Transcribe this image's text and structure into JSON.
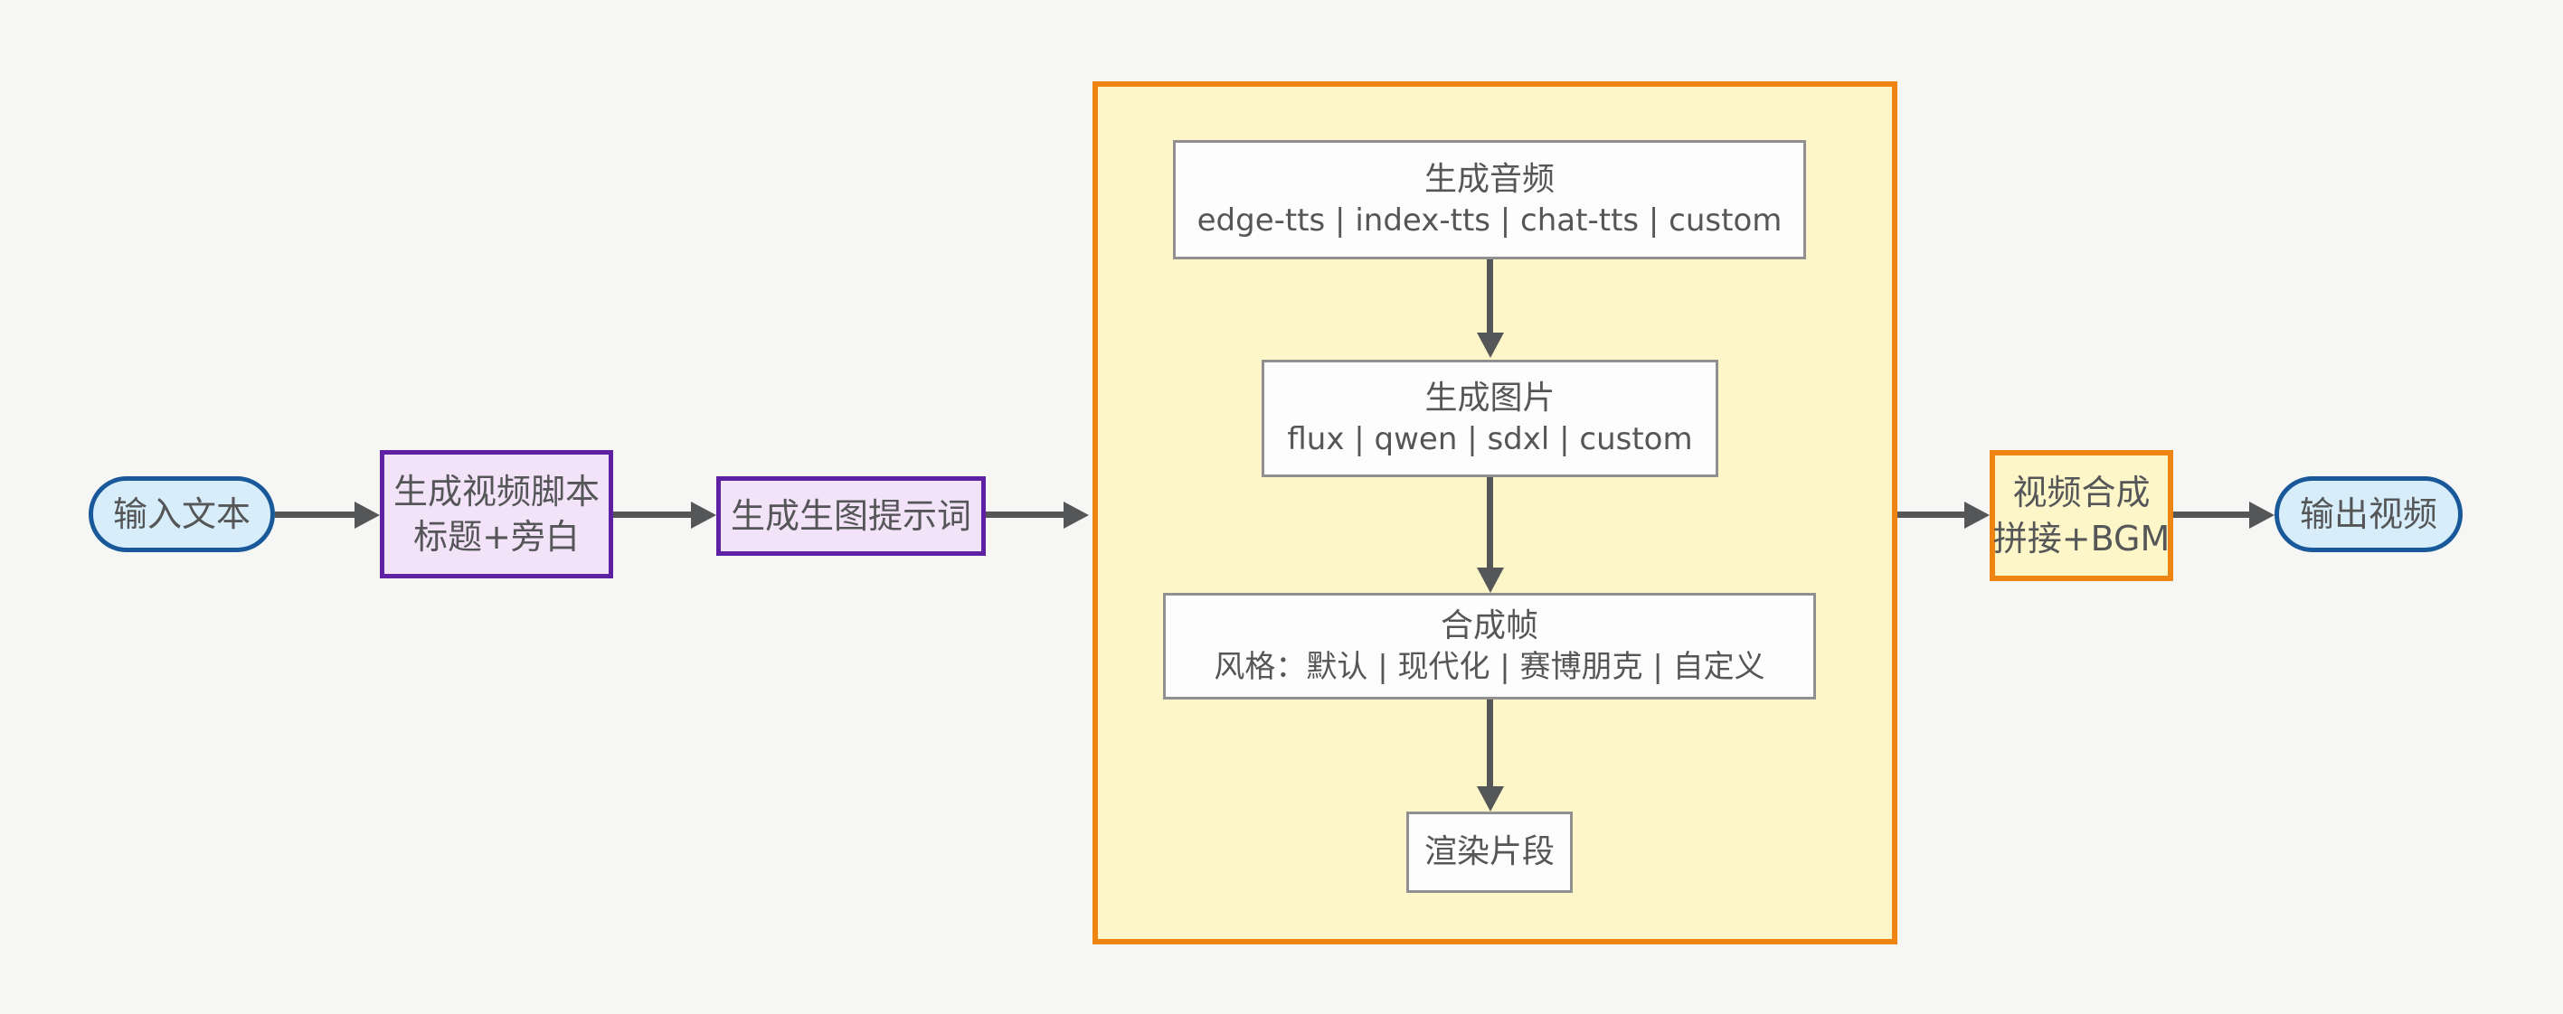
{
  "diagram": {
    "title": "text-to-video generation pipeline flowchart",
    "nodes": {
      "input": {
        "label": "输入文本"
      },
      "script": {
        "line1": "生成视频脚本",
        "line2": "标题+旁白"
      },
      "prompt": {
        "label": "生成生图提示词"
      },
      "audio": {
        "line1": "生成音频",
        "line2": "edge-tts | index-tts | chat-tts | custom"
      },
      "image": {
        "line1": "生成图片",
        "line2": "flux | qwen | sdxl | custom"
      },
      "frame": {
        "line1": "合成帧",
        "line2": "风格：默认 | 现代化 | 赛博朋克 | 自定义"
      },
      "render": {
        "label": "渲染片段"
      },
      "compose": {
        "line1": "视频合成",
        "line2": "拼接+BGM"
      },
      "output": {
        "label": "输出视频"
      }
    },
    "colors": {
      "background": "#f6f6f4",
      "terminal_fill": "#d8edfa",
      "terminal_border": "#19599a",
      "process_fill": "#f3e3f9",
      "process_border": "#5f21a3",
      "container_fill": "#fdf6c8",
      "container_border": "#ee8411",
      "subprocess_fill": "#fdfdfe",
      "subprocess_border": "#909090",
      "arrow": "#555658",
      "text": "#555658"
    }
  }
}
